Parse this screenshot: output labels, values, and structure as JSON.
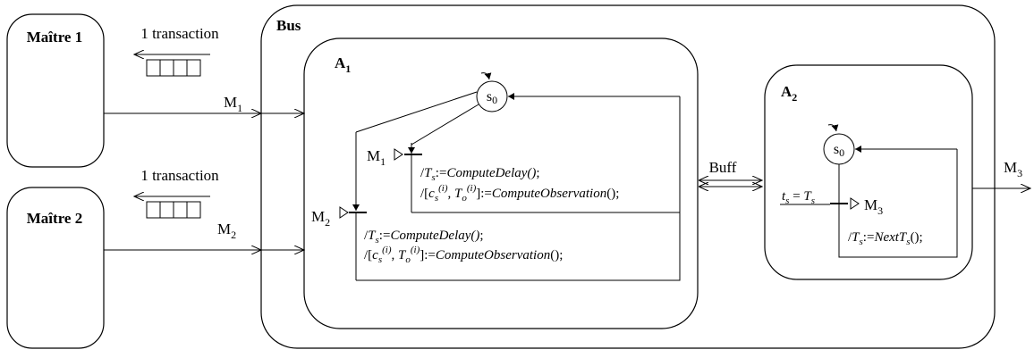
{
  "master1": {
    "label": "Maître 1"
  },
  "master2": {
    "label": "Maître 2"
  },
  "transaction_label_1": "1 transaction",
  "transaction_label_2": "1 transaction",
  "link1": {
    "name": "M",
    "sub": "1"
  },
  "link2": {
    "name": "M",
    "sub": "2"
  },
  "bus": {
    "label": "Bus"
  },
  "automaton1": {
    "name": "A",
    "sub": "1",
    "state": {
      "name": "s",
      "sub": "0"
    },
    "trans1": {
      "msg_name": "M",
      "msg_sub": "1",
      "line1": {
        "p1": "/",
        "ts": "T",
        "ts_sub": "s",
        "assign": ":=",
        "fn": "ComputeDelay()",
        "end": ";"
      },
      "line2": {
        "p1": "/[",
        "c": "c",
        "c_sub": "s",
        "c_sup": "(i)",
        "comma": ", ",
        "to": "T",
        "to_sub": "o",
        "to_sup": "(i)",
        "close": "]:=",
        "fn": "ComputeObservation",
        "end": "();"
      }
    },
    "trans2": {
      "msg_name": "M",
      "msg_sub": "2",
      "line1": {
        "p1": "/",
        "ts": "T",
        "ts_sub": "s",
        "assign": ":=",
        "fn": "ComputeDelay()",
        "end": ";"
      },
      "line2": {
        "p1": "/[",
        "c": "c",
        "c_sub": "s",
        "c_sup": "(i)",
        "comma": ", ",
        "to": "T",
        "to_sub": "o",
        "to_sup": "(i)",
        "close": "]:=",
        "fn": "ComputeObservation",
        "end": "();"
      }
    }
  },
  "buffer": {
    "label": "Buff"
  },
  "automaton2": {
    "name": "A",
    "sub": "2",
    "state": {
      "name": "s",
      "sub": "0"
    },
    "guard": {
      "t": "t",
      "t_sub": "s",
      "eq": " = ",
      "T": "T",
      "T_sub": "s"
    },
    "out_msg": {
      "name": "M",
      "sub": "3"
    },
    "action": {
      "p1": "/",
      "ts": "T",
      "ts_sub": "s",
      "assign": ":=",
      "fn": "NextT",
      "fn_sub": "s",
      "end": "();"
    }
  },
  "output": {
    "name": "M",
    "sub": "3"
  }
}
